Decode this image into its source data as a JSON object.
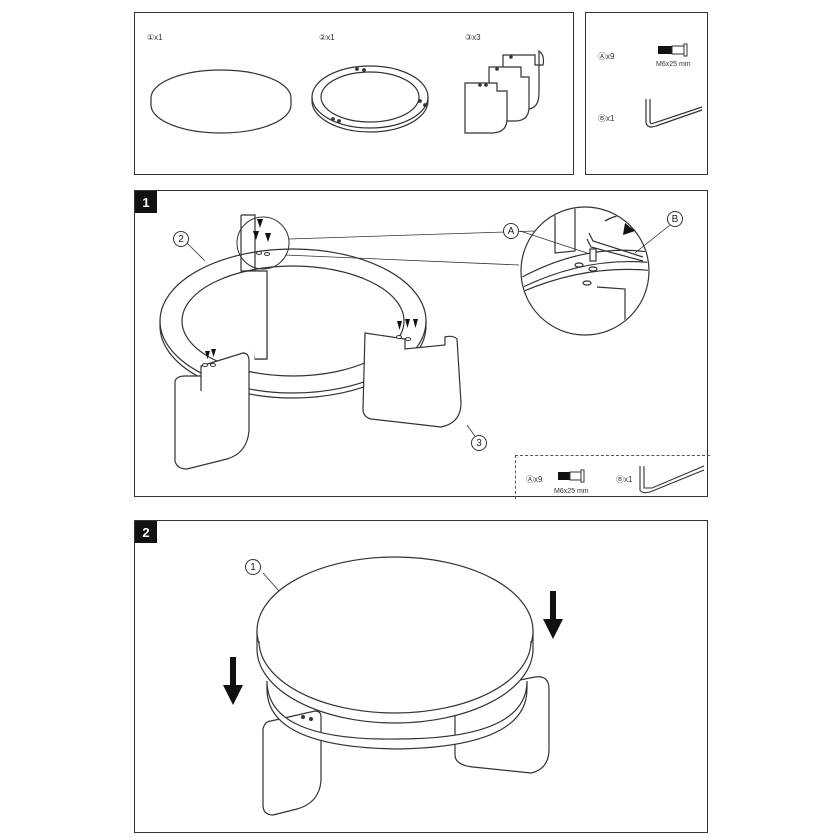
{
  "parts": {
    "p1": "①x1",
    "p2": "②x1",
    "p3": "③x3",
    "hwA": "Ⓐx9",
    "hwA_size": "M6x25 mm",
    "hwB": "Ⓑx1"
  },
  "step1": {
    "number": "1",
    "callout_2": "2",
    "callout_3": "3",
    "callout_A": "A",
    "callout_B": "B",
    "legend_A": "Ⓐx9",
    "legend_A_size": "M6x25 mm",
    "legend_B": "Ⓑx1"
  },
  "step2": {
    "number": "2",
    "callout_1": "1"
  }
}
